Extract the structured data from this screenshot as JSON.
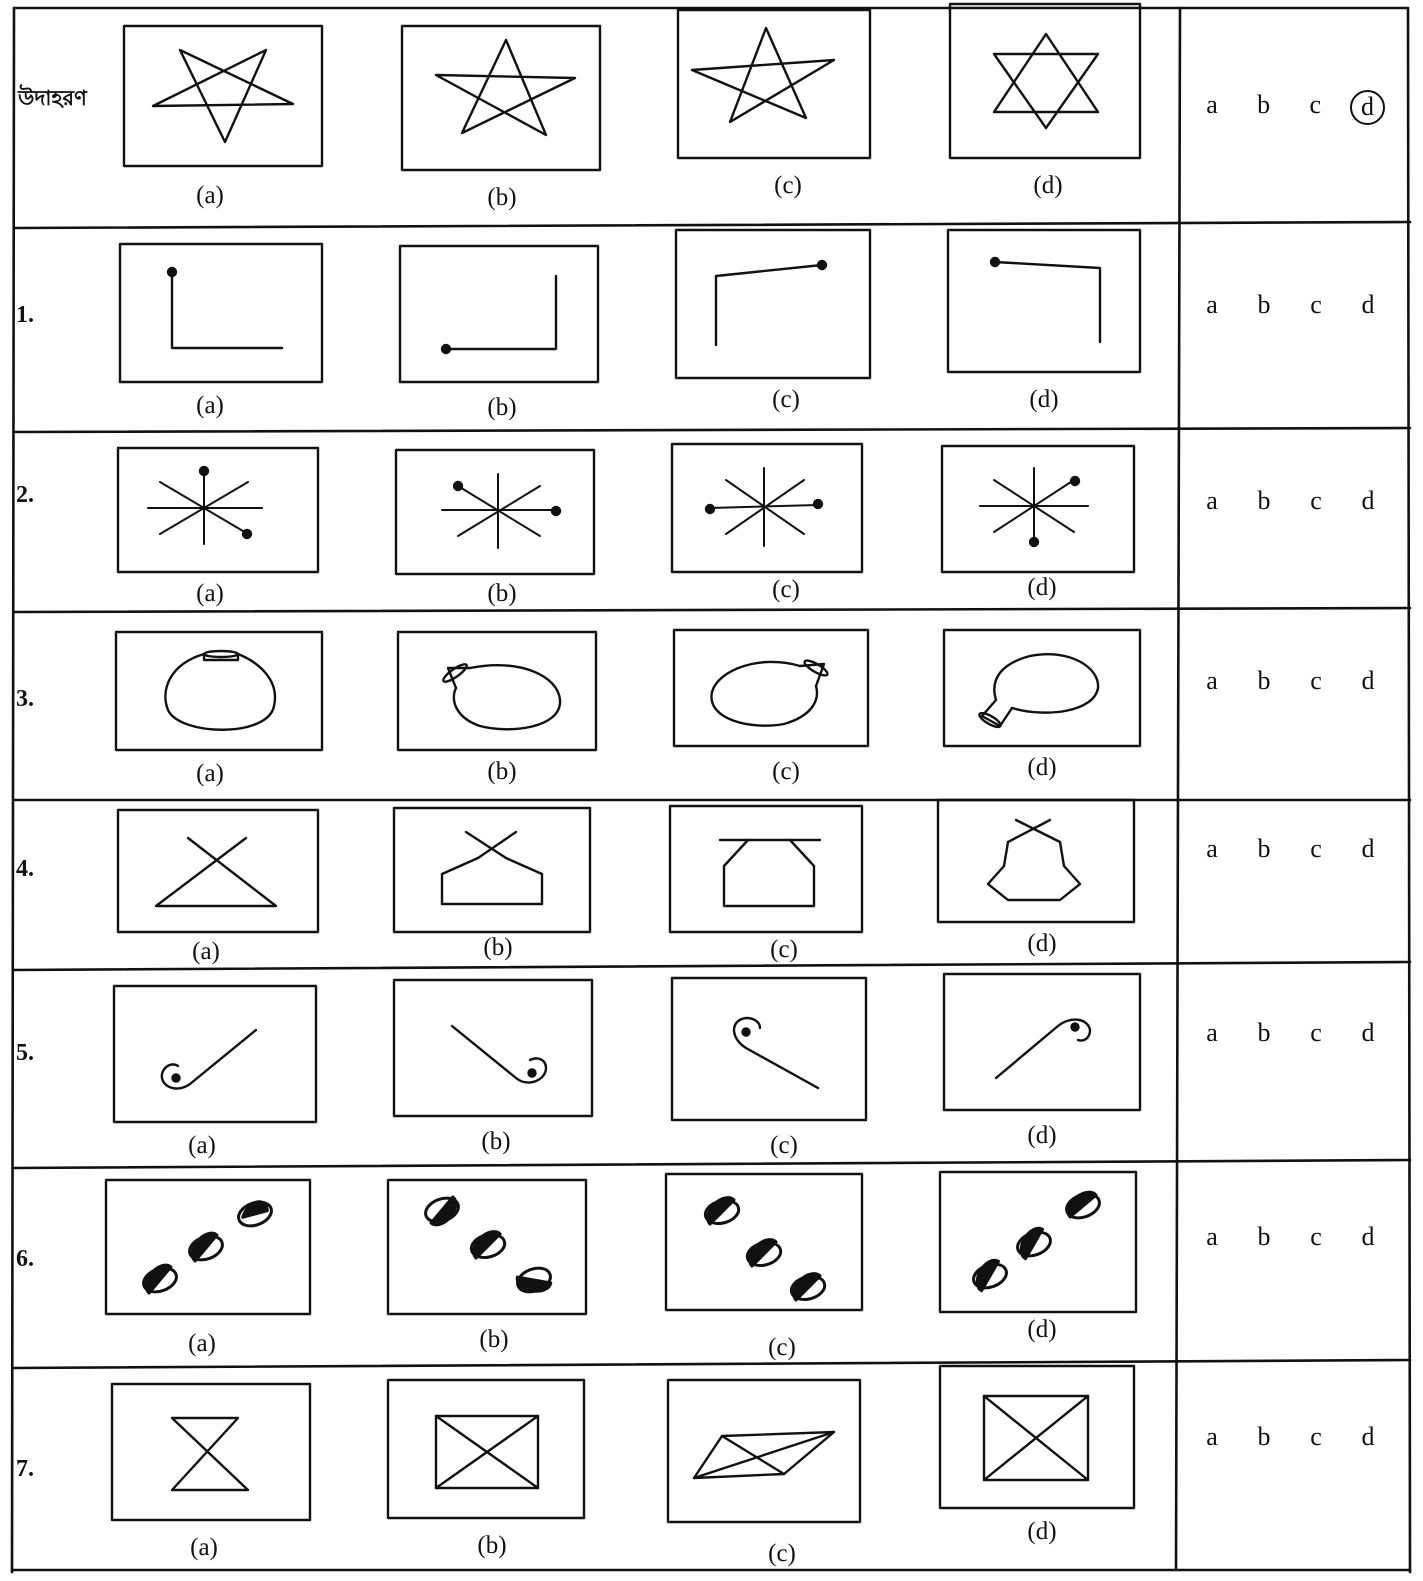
{
  "example_label": "উদাহরণ",
  "option_labels": [
    "(a)",
    "(b)",
    "(c)",
    "(d)"
  ],
  "answer_letters": [
    "a",
    "b",
    "c",
    "d"
  ],
  "rows": [
    {
      "number": "",
      "figure": "star",
      "selected_answer": "d"
    },
    {
      "number": "1.",
      "figure": "bent-line-with-dot",
      "selected_answer": ""
    },
    {
      "number": "2.",
      "figure": "eight-ray-star-with-dots",
      "selected_answer": ""
    },
    {
      "number": "3.",
      "figure": "pot-shape",
      "selected_answer": ""
    },
    {
      "number": "4.",
      "figure": "crossed-lines-polygon",
      "selected_answer": ""
    },
    {
      "number": "5.",
      "figure": "hook-stick-with-dot",
      "selected_answer": ""
    },
    {
      "number": "6.",
      "figure": "three-half-filled-ovals",
      "selected_answer": ""
    },
    {
      "number": "7.",
      "figure": "hourglass-rectangle",
      "selected_answer": ""
    }
  ]
}
